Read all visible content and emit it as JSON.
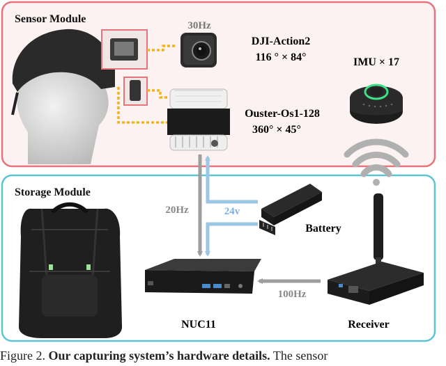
{
  "modules": {
    "sensor": {
      "title": "Sensor Module",
      "border_color": "#e8737a",
      "fill_color": "#fdf2f2"
    },
    "storage": {
      "title": "Storage Module",
      "border_color": "#5bc4cf",
      "fill_color": "#ffffff"
    }
  },
  "devices": {
    "camera": {
      "rate": "30Hz",
      "name": "DJI-Action2",
      "fov": "116 ° × 84°"
    },
    "lidar": {
      "name": "Ouster-Os1-128",
      "fov": "360° × 45°"
    },
    "imu": {
      "name": "IMU × 17"
    },
    "battery": {
      "name": "Battery"
    },
    "nuc": {
      "name": "NUC11"
    },
    "receiver": {
      "name": "Receiver"
    }
  },
  "links": {
    "lidar_to_nuc": "20Hz",
    "battery_to_lidar": "24v",
    "receiver_to_nuc": "100Hz"
  },
  "colors": {
    "data_arrow": "#9e9e9e",
    "power_arrow": "#9cc6e6",
    "power_label": "#7fb0e0",
    "camera_link": "#f3b21b",
    "imu_ring": "#3fe08a"
  },
  "caption": {
    "prefix": "Figure 2. ",
    "bold": "Our capturing system’s hardware details.",
    "rest": " The sensor"
  }
}
